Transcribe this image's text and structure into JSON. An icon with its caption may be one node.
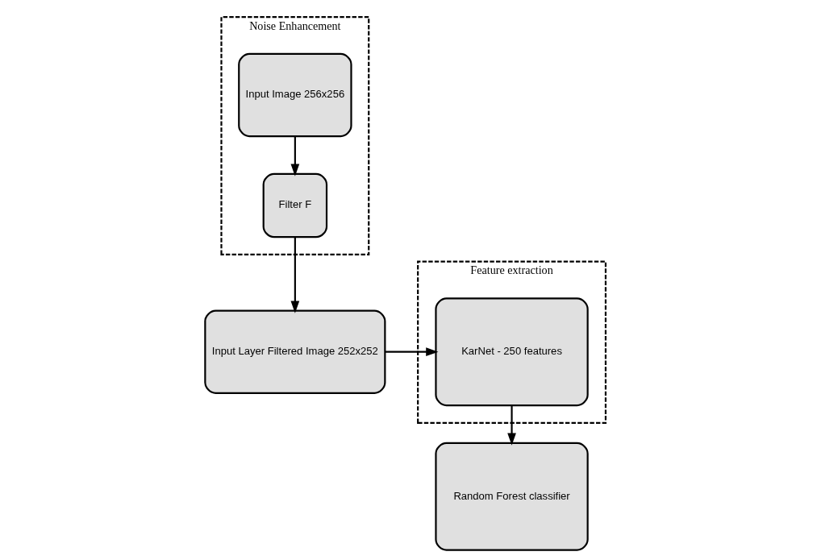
{
  "diagram": {
    "nodes": [
      {
        "text": [
          "Noise Enhancement"
        ]
      },
      {
        "text": [
          "Input Image 256x256"
        ],
        "in": 0
      },
      {
        "text": [
          "Filter F"
        ],
        "in": 0
      },
      {
        "text": [
          "Input Layer Filtered Image 252x252"
        ]
      },
      {
        "text": [
          "Feature extraction"
        ]
      },
      {
        "text": [
          "KarNet - 250 features"
        ],
        "in": 4
      },
      {
        "text": [
          "Random Forest classifier"
        ]
      }
    ],
    "edges": [
      {
        "from": 1,
        "to": 2,
        "arrow": "to"
      },
      {
        "from": 2,
        "to": 3,
        "arrow": "to"
      },
      {
        "from": 3,
        "to": 5,
        "arrow": "to"
      },
      {
        "from": 5,
        "to": 6,
        "arrow": "to"
      }
    ]
  }
}
